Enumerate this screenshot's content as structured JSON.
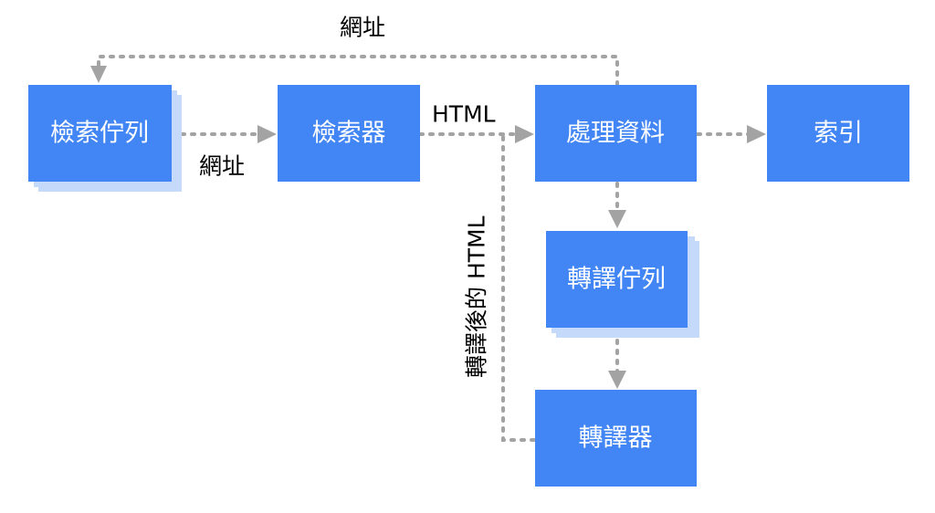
{
  "nodes": {
    "crawl_queue": "檢索佇列",
    "crawler": "檢索器",
    "processing": "處理資料",
    "index": "索引",
    "render_queue": "轉譯佇列",
    "renderer": "轉譯器"
  },
  "edge_labels": {
    "processing_to_crawl_queue": "網址",
    "crawl_queue_to_crawler": "網址",
    "crawler_to_processing": "HTML",
    "renderer_to_processing": "轉譯後的 HTML"
  },
  "colors": {
    "node_fill": "#4285f4",
    "node_stack": "#c5d9fb",
    "edge": "#a3a3a3",
    "node_text": "#ffffff",
    "label_text": "#000000"
  }
}
